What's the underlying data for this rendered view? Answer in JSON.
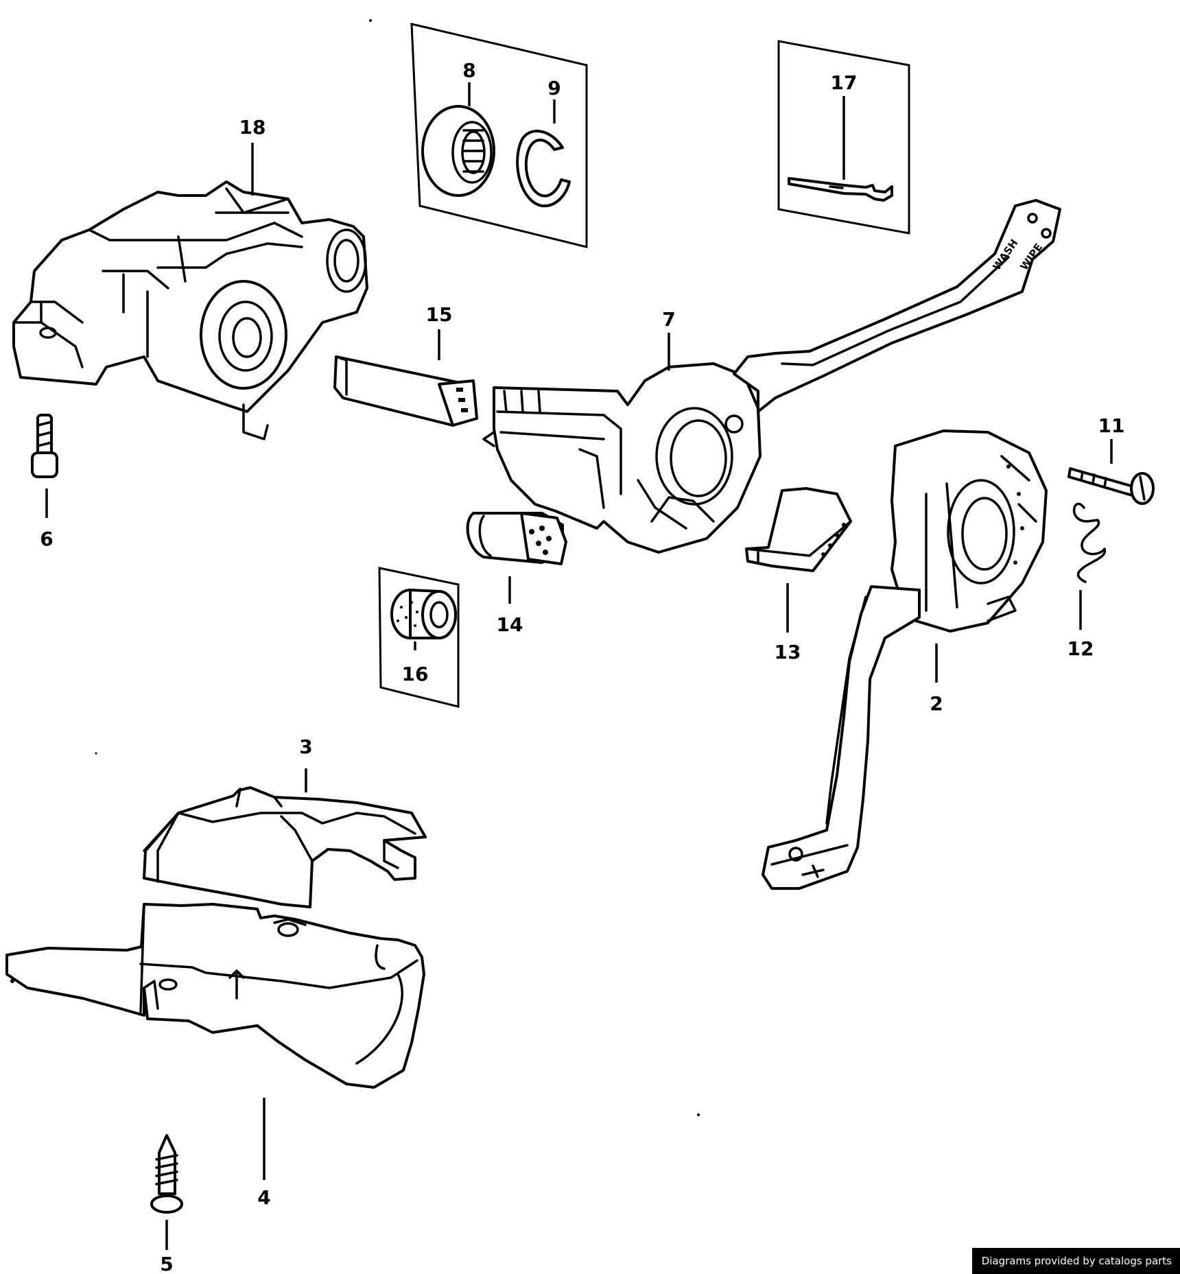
{
  "footer": {
    "credit": "Diagrams provided by catalogs parts"
  },
  "callouts": {
    "p2": "2",
    "p3": "3",
    "p4": "4",
    "p5": "5",
    "p6": "6",
    "p7": "7",
    "p8": "8",
    "p9": "9",
    "p11": "11",
    "p12": "12",
    "p13": "13",
    "p14": "14",
    "p15": "15",
    "p16": "16",
    "p17": "17",
    "p18": "18"
  },
  "lever_markings": {
    "wash": "WASH",
    "wipe": "WIPE"
  },
  "colors": {
    "line": "#000000",
    "background": "#ffffff",
    "footer_bg": "#000000",
    "footer_text": "#ffffff"
  }
}
